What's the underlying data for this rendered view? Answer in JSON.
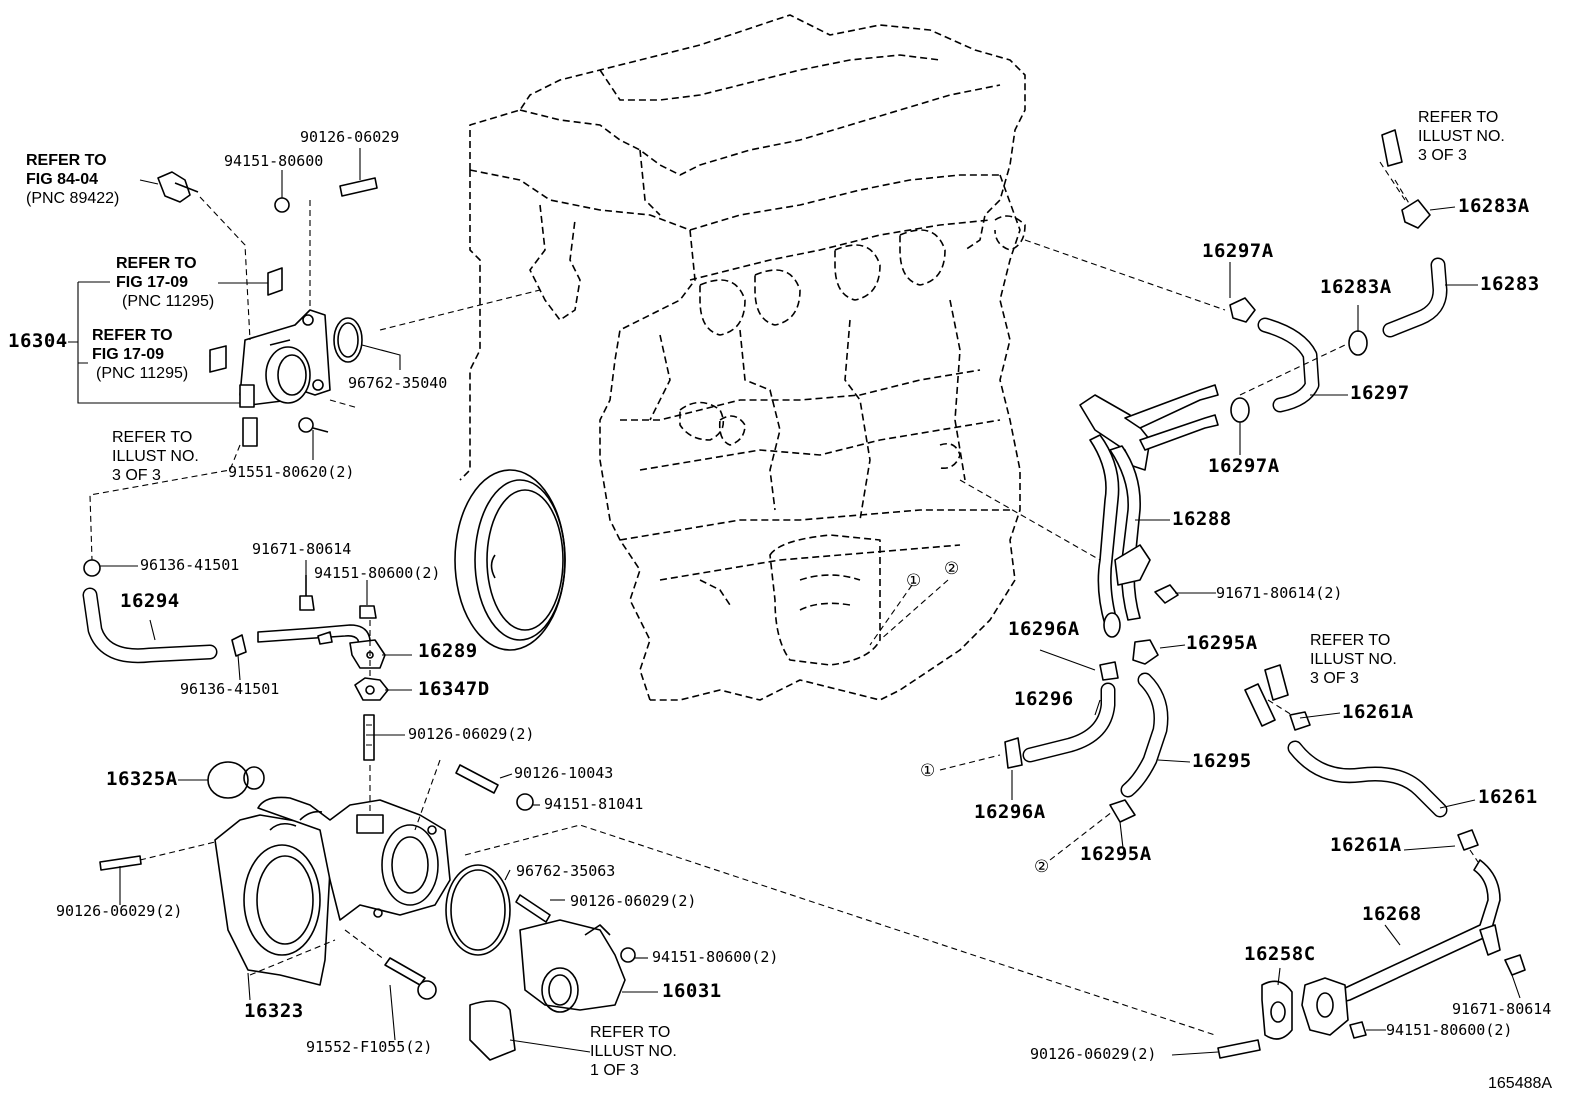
{
  "labels": {
    "ref_fig8404": [
      "REFER TO",
      "FIG 84-04",
      "(PNC 89422)"
    ],
    "ref_fig1709_a": [
      "REFER TO",
      "FIG 17-09",
      "(PNC 11295)"
    ],
    "ref_fig1709_b": [
      "REFER TO",
      "FIG 17-09",
      "(PNC 11295)"
    ],
    "ref_illust3_left": [
      "REFER TO",
      "ILLUST NO.",
      "3 OF 3"
    ],
    "ref_illust3_top": [
      "REFER TO",
      "ILLUST NO.",
      "3 OF 3"
    ],
    "ref_illust3_right": [
      "REFER TO",
      "ILLUST NO.",
      "3 OF 3"
    ],
    "ref_illust1": [
      "REFER TO",
      "ILLUST NO.",
      "1 OF 3"
    ],
    "p16304": "16304",
    "p94151_80600": "94151-80600",
    "p90126_06029": "90126-06029",
    "p96762_35040": "96762-35040",
    "p91551_80620": "91551-80620(2)",
    "p96136_41501_a": "96136-41501",
    "p91671_80614_a": "91671-80614",
    "p94151_80600_2a": "94151-80600(2)",
    "p16294": "16294",
    "p16289": "16289",
    "p96136_41501_b": "96136-41501",
    "p16347D": "16347D",
    "p90126_06029_2a": "90126-06029(2)",
    "p16325A": "16325A",
    "p90126_10043": "90126-10043",
    "p94151_81041": "94151-81041",
    "p90126_06029_2b": "90126-06029(2)",
    "p96762_35063": "96762-35063",
    "p90126_06029_2c": "90126-06029(2)",
    "p94151_80600_2b": "94151-80600(2)",
    "p16031": "16031",
    "p16323": "16323",
    "p91552_F1055": "91552-F1055(2)",
    "p16283A_top": "16283A",
    "p16297A_top": "16297A",
    "p16283A": "16283A",
    "p16283": "16283",
    "p16297": "16297",
    "p16297A_bot": "16297A",
    "p16288": "16288",
    "p91671_80614_2": "91671-80614(2)",
    "p16296A_top": "16296A",
    "p16295A_top": "16295A",
    "p16296": "16296",
    "p16295": "16295",
    "p16296A_bot": "16296A",
    "p16295A_bot": "16295A",
    "p16261A_top": "16261A",
    "p16261": "16261",
    "p16261A_bot": "16261A",
    "p16268": "16268",
    "p16258C": "16258C",
    "p91671_80614_r": "91671-80614",
    "p94151_80600_2c": "94151-80600(2)",
    "p90126_06029_2d": "90126-06029(2)",
    "circ1": "①",
    "circ2": "②",
    "illust_id": "165488A"
  }
}
